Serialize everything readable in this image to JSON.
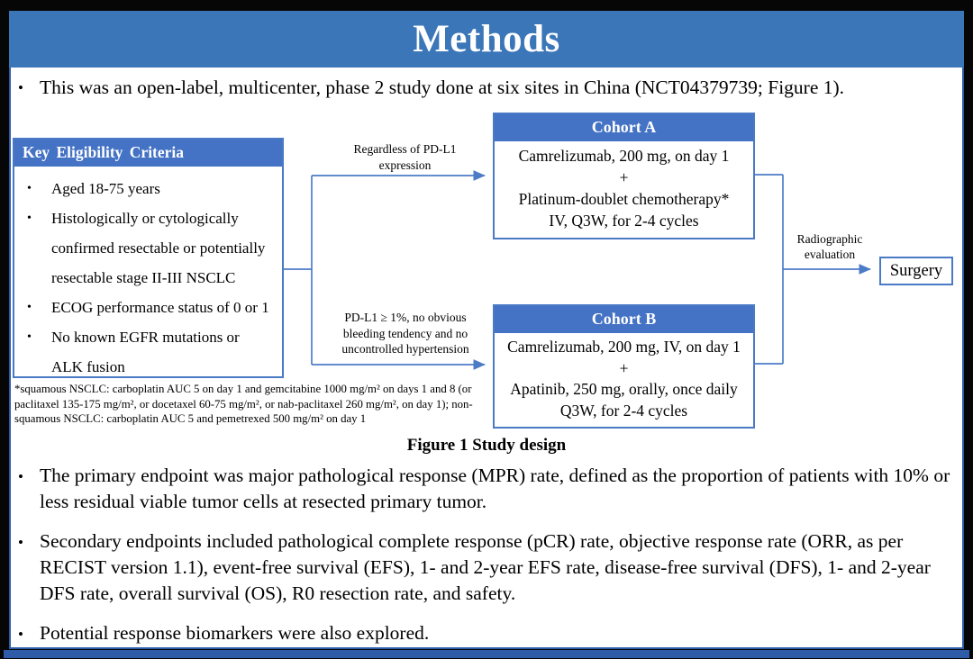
{
  "ui": {
    "bullet_char": "•"
  },
  "colors": {
    "title_bar_blue": "#3b76b8",
    "box_header_blue": "#4472c4",
    "connector_blue": "#4d7cc7",
    "slide_border_blue": "#2e5ca9",
    "bottom_bar_blue": "#2e5ca9"
  },
  "header": {
    "title": "Methods"
  },
  "intro_bullet": "This was an open-label, multicenter, phase 2 study done at six sites in China (NCT04379739; Figure 1).",
  "figure": {
    "caption": "Figure 1 Study design",
    "eligibility": {
      "header": "Key Eligibility Criteria",
      "items": [
        "Aged 18-75 years",
        "Histologically or cytologically\nconfirmed resectable or potentially\nresectable stage II-III NSCLC",
        "ECOG performance status of 0 or 1",
        "No known EGFR mutations or\nALK fusion"
      ]
    },
    "branch_top_label": "Regardless of PD-L1\nexpression",
    "branch_bottom_label": "PD-L1 ≥ 1%, no obvious\nbleeding tendency and no\nuncontrolled hypertension",
    "cohort_a": {
      "header": "Cohort A",
      "lines": [
        "Camrelizumab, 200 mg, on day 1",
        "+",
        "Platinum-doublet chemotherapy*",
        "IV, Q3W, for 2-4 cycles"
      ]
    },
    "cohort_b": {
      "header": "Cohort B",
      "lines": [
        "Camrelizumab, 200 mg, IV, on day 1",
        "+",
        "Apatinib, 250 mg, orally, once daily",
        "Q3W, for 2-4 cycles"
      ]
    },
    "evaluation_label": "Radiographic\nevaluation",
    "surgery_label": "Surgery",
    "footnote": "*squamous NSCLC: carboplatin AUC 5 on day 1 and gemcitabine 1000 mg/m² on days 1 and 8 (or\npaclitaxel 135-175 mg/m², or docetaxel 60-75 mg/m², or nab-paclitaxel 260 mg/m², on day 1); non-\nsquamous NSCLC: carboplatin AUC 5 and pemetrexed 500 mg/m² on day 1"
  },
  "endpoint_bullets": [
    "The primary endpoint was major pathological response (MPR) rate, defined as the proportion of patients with 10% or less residual viable tumor cells at resected primary tumor.",
    "Secondary endpoints included pathological complete response (pCR) rate, objective response rate (ORR, as per RECIST version 1.1), event-free survival (EFS), 1- and 2-year EFS rate, disease-free survival (DFS), 1- and 2-year DFS rate, overall survival (OS), R0 resection rate, and safety.",
    "Potential response biomarkers were also explored."
  ]
}
